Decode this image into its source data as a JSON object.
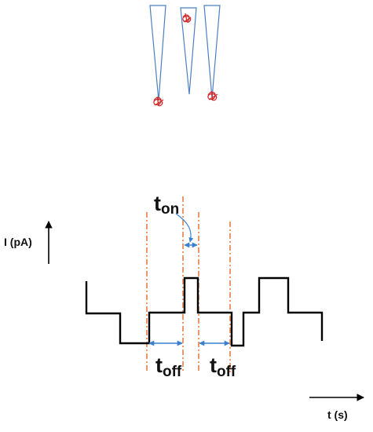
{
  "axes": {
    "y_label": "I (pA)",
    "x_label": "t (s)"
  },
  "labels": {
    "t_on": {
      "base": "t",
      "sub": "on"
    },
    "t_off_left": {
      "base": "t",
      "sub": "off"
    },
    "t_off_right": {
      "base": "t",
      "sub": "off"
    }
  },
  "colors": {
    "pipette_outline": "#4a7fc1",
    "molecule": "#d42a2a",
    "trace": "#000000",
    "dashed_marker": "#e46c2a",
    "interval_arrow": "#3a7fd0"
  }
}
